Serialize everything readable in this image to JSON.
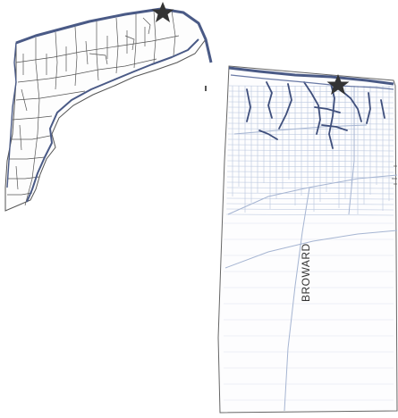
{
  "map": {
    "labels": {
      "county": "BROWARD"
    },
    "markers": [
      {
        "name": "location-star-north",
        "symbol": "star"
      },
      {
        "name": "location-star-south",
        "symbol": "star"
      }
    ],
    "colors": {
      "coastline": "#4a5a86",
      "boundary": "#555555",
      "street_grid": "#b9c6de",
      "waterway": "#3f4f7c",
      "marker": "#333333"
    }
  }
}
